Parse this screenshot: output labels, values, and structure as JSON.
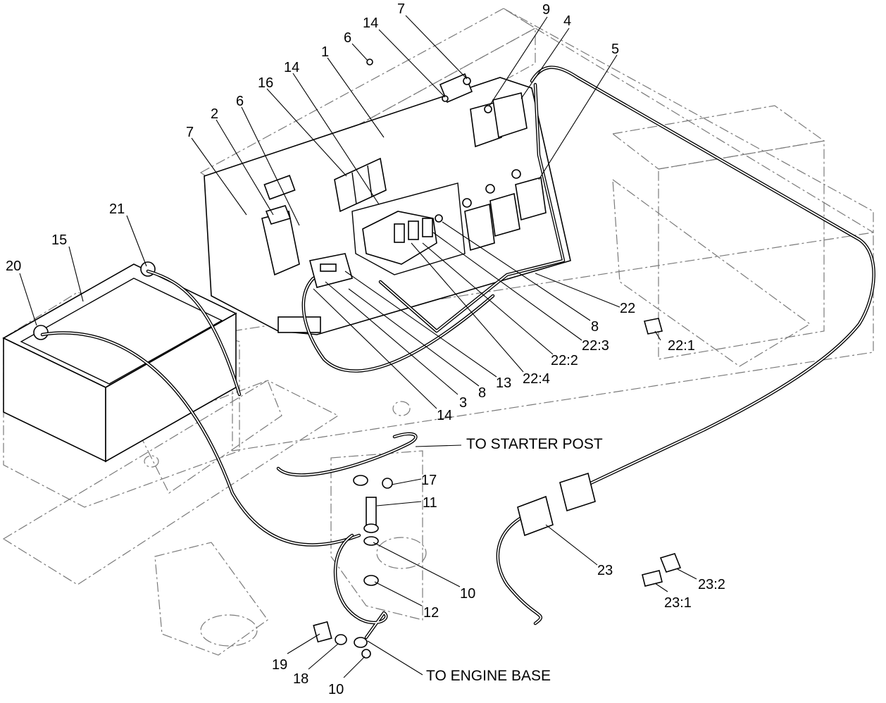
{
  "callouts": [
    {
      "id": "c-7a",
      "text": "7"
    },
    {
      "id": "c-9",
      "text": "9"
    },
    {
      "id": "c-4",
      "text": "4"
    },
    {
      "id": "c-14a",
      "text": "14"
    },
    {
      "id": "c-6a",
      "text": "6"
    },
    {
      "id": "c-1",
      "text": "1"
    },
    {
      "id": "c-5",
      "text": "5"
    },
    {
      "id": "c-14b",
      "text": "14"
    },
    {
      "id": "c-16",
      "text": "16"
    },
    {
      "id": "c-6b",
      "text": "6"
    },
    {
      "id": "c-2",
      "text": "2"
    },
    {
      "id": "c-7b",
      "text": "7"
    },
    {
      "id": "c-21",
      "text": "21"
    },
    {
      "id": "c-15",
      "text": "15"
    },
    {
      "id": "c-20",
      "text": "20"
    },
    {
      "id": "c-22",
      "text": "22"
    },
    {
      "id": "c-8a",
      "text": "8"
    },
    {
      "id": "c-22-3",
      "text": "22:3"
    },
    {
      "id": "c-22-1",
      "text": "22:1"
    },
    {
      "id": "c-22-2",
      "text": "22:2"
    },
    {
      "id": "c-22-4",
      "text": "22:4"
    },
    {
      "id": "c-13",
      "text": "13"
    },
    {
      "id": "c-8b",
      "text": "8"
    },
    {
      "id": "c-3",
      "text": "3"
    },
    {
      "id": "c-14c",
      "text": "14"
    },
    {
      "id": "c-17",
      "text": "17"
    },
    {
      "id": "c-11",
      "text": "11"
    },
    {
      "id": "c-10a",
      "text": "10"
    },
    {
      "id": "c-12",
      "text": "12"
    },
    {
      "id": "c-23",
      "text": "23"
    },
    {
      "id": "c-23-2",
      "text": "23:2"
    },
    {
      "id": "c-23-1",
      "text": "23:1"
    },
    {
      "id": "c-19",
      "text": "19"
    },
    {
      "id": "c-18",
      "text": "18"
    },
    {
      "id": "c-10b",
      "text": "10"
    }
  ],
  "notes": {
    "starter": "TO STARTER POST",
    "engine": "TO ENGINE BASE"
  }
}
